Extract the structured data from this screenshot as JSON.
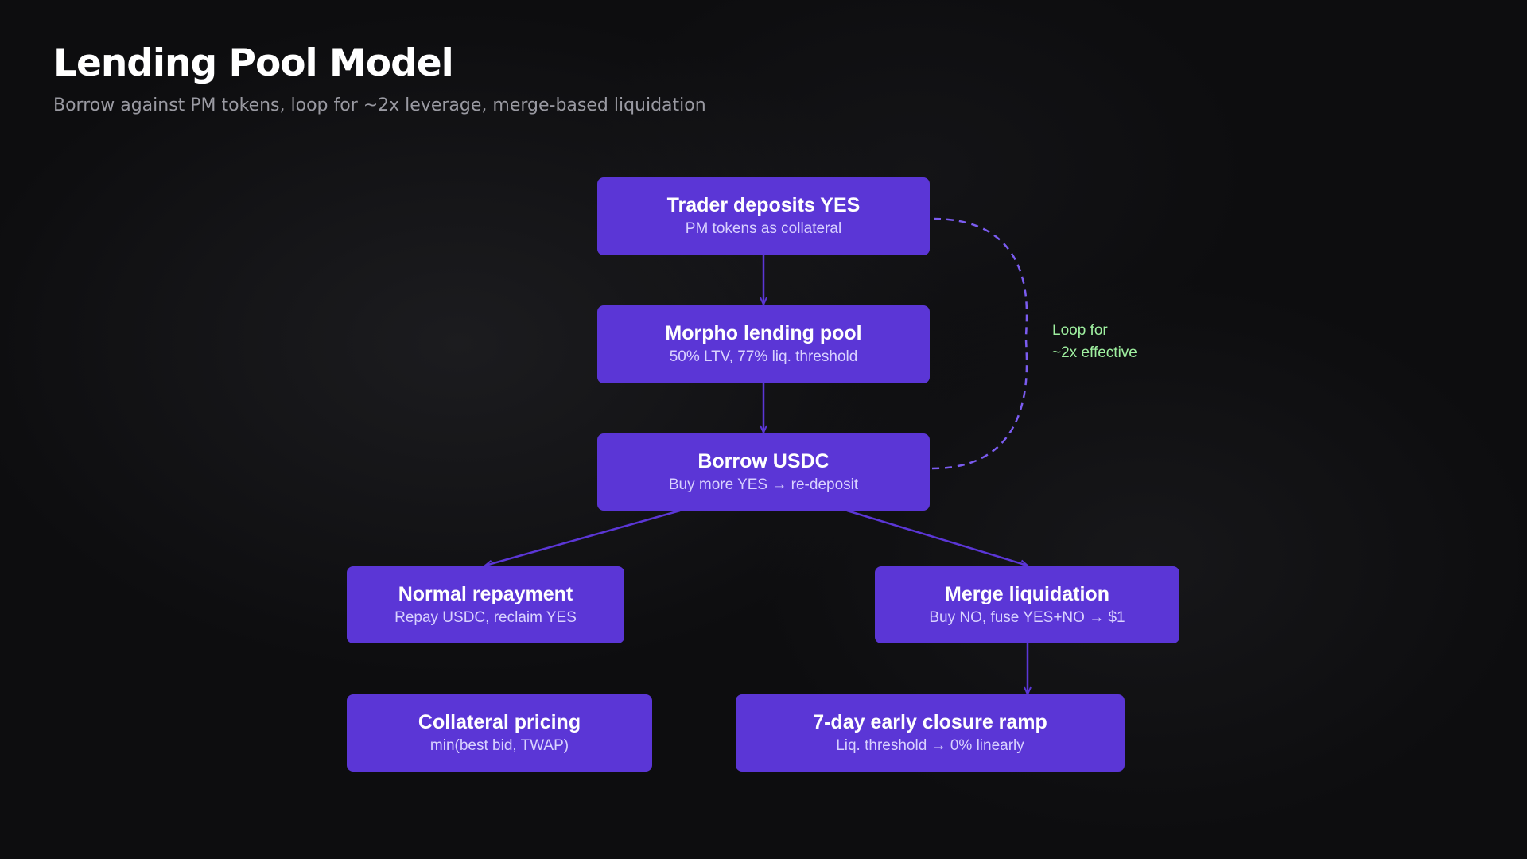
{
  "header": {
    "title": "Lending Pool Model",
    "subtitle": "Borrow against PM tokens, loop for ~2x leverage, merge-based liquidation"
  },
  "nodes": {
    "deposit": {
      "title": "Trader deposits YES",
      "sub": "PM tokens as collateral"
    },
    "pool": {
      "title": "Morpho lending pool",
      "sub": "50% LTV, 77% liq. threshold"
    },
    "borrow": {
      "title": "Borrow USDC",
      "sub": "Buy more YES → re-deposit"
    },
    "repay": {
      "title": "Normal repayment",
      "sub": "Repay USDC, reclaim YES"
    },
    "merge": {
      "title": "Merge liquidation",
      "sub": "Buy NO, fuse YES+NO → $1"
    },
    "pricing": {
      "title": "Collateral pricing",
      "sub": "min(best bid, TWAP)"
    },
    "ramp": {
      "title": "7-day early closure ramp",
      "sub": "Liq. threshold → 0% linearly"
    }
  },
  "loop_note": {
    "line1": "Loop for",
    "line2": "~2x effective"
  },
  "colors": {
    "node_fill": "#5b36d6",
    "arrow": "#5b36d6",
    "loop_dash": "#7b5cf0",
    "loop_text": "#9ff0a0",
    "background": "#0d0d0f"
  }
}
